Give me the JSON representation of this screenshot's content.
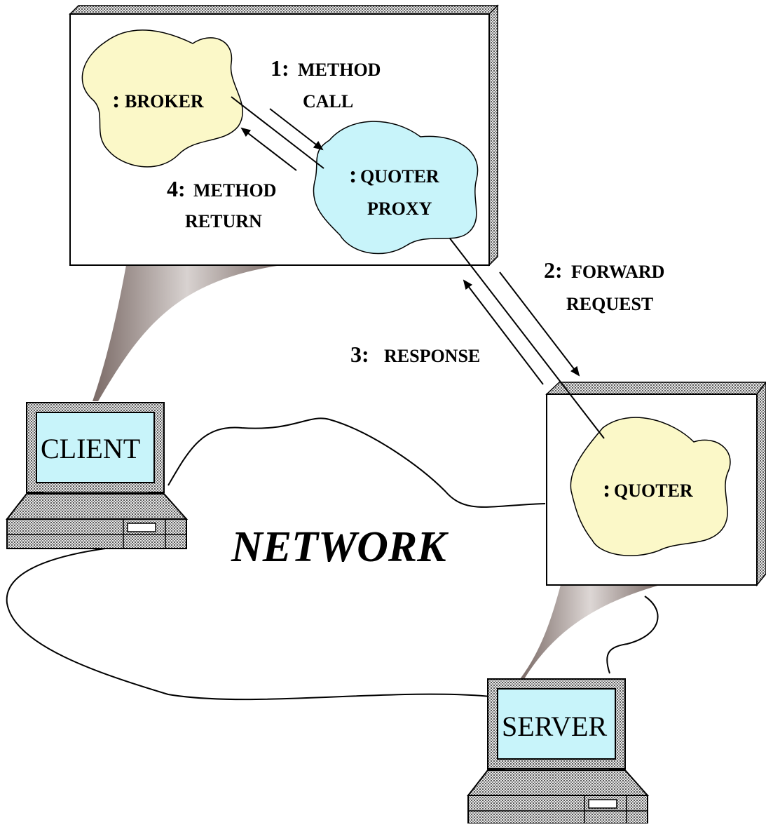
{
  "colors": {
    "cloud_yellow": "#FBF8C8",
    "cloud_cyan": "#C8F4FA",
    "screen_cyan": "#C8F4FA",
    "box_fill": "#FFFFFF",
    "stipple_gray": "#9A9A9A",
    "beam_dark": "#8A7A76"
  },
  "objects": {
    "broker": ":BROKER",
    "quoter_proxy_line1": ":QUOTER",
    "quoter_proxy_line2": "PROXY",
    "quoter": ":QUOTER"
  },
  "steps": {
    "step1": {
      "num": "1:",
      "line1": "METHOD",
      "line2": "CALL"
    },
    "step2": {
      "num": "2:",
      "line1": "FORWARD",
      "line2": "REQUEST"
    },
    "step3": {
      "num": "3:",
      "line1": "RESPONSE"
    },
    "step4": {
      "num": "4:",
      "line1": "METHOD",
      "line2": "RETURN"
    }
  },
  "computers": {
    "client": "CLIENT",
    "server": "SERVER"
  },
  "network_label": "NETWORK",
  "icons": [
    "client-computer-icon",
    "server-computer-icon"
  ]
}
